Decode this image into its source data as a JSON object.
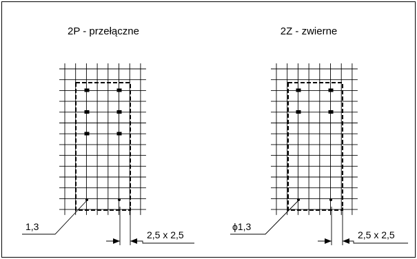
{
  "panels": [
    {
      "title": "2P - przełączne",
      "pins": {
        "rect": [
          [
            0,
            0
          ],
          [
            2,
            0
          ],
          [
            0,
            1
          ],
          [
            2,
            1
          ],
          [
            0,
            2
          ],
          [
            2,
            2
          ]
        ],
        "dot": [
          [
            0,
            6
          ],
          [
            2,
            6
          ]
        ]
      },
      "hole_label": "1,3",
      "pitch_label": "2,5 x 2,5"
    },
    {
      "title": "2Z - zwierne",
      "pins": {
        "rect": [
          [
            0,
            0
          ],
          [
            2,
            0
          ],
          [
            0,
            1
          ],
          [
            2,
            1
          ]
        ],
        "dot": [
          [
            0,
            6
          ],
          [
            2,
            6
          ]
        ]
      },
      "hole_label": "ϕ1,3",
      "pitch_label": "2,5 x 2,5"
    }
  ]
}
